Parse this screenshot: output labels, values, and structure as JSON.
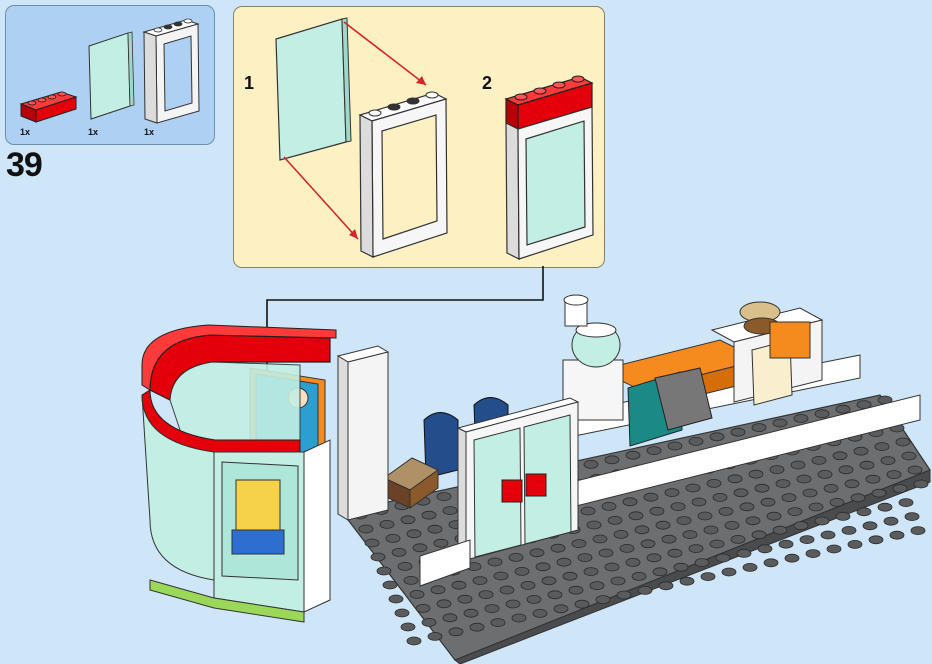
{
  "step": {
    "number": "39"
  },
  "parts": [
    {
      "name": "red-brick-1x4",
      "qty": "1x",
      "color": "#e3000b"
    },
    {
      "name": "transparent-glass-pane",
      "qty": "1x",
      "color": "#c3eee3"
    },
    {
      "name": "white-door-frame",
      "qty": "1x",
      "color": "#ffffff"
    }
  ],
  "sub_steps": [
    {
      "number": "1"
    },
    {
      "number": "2"
    }
  ],
  "colors": {
    "background": "#cfe6f8",
    "parts_box": "#aed0f2",
    "sub_box": "#fdf1c4",
    "red": "#e3000b",
    "glass": "#c3eee3",
    "baseplate": "#6d6e70",
    "arrow": "#d6242b"
  }
}
